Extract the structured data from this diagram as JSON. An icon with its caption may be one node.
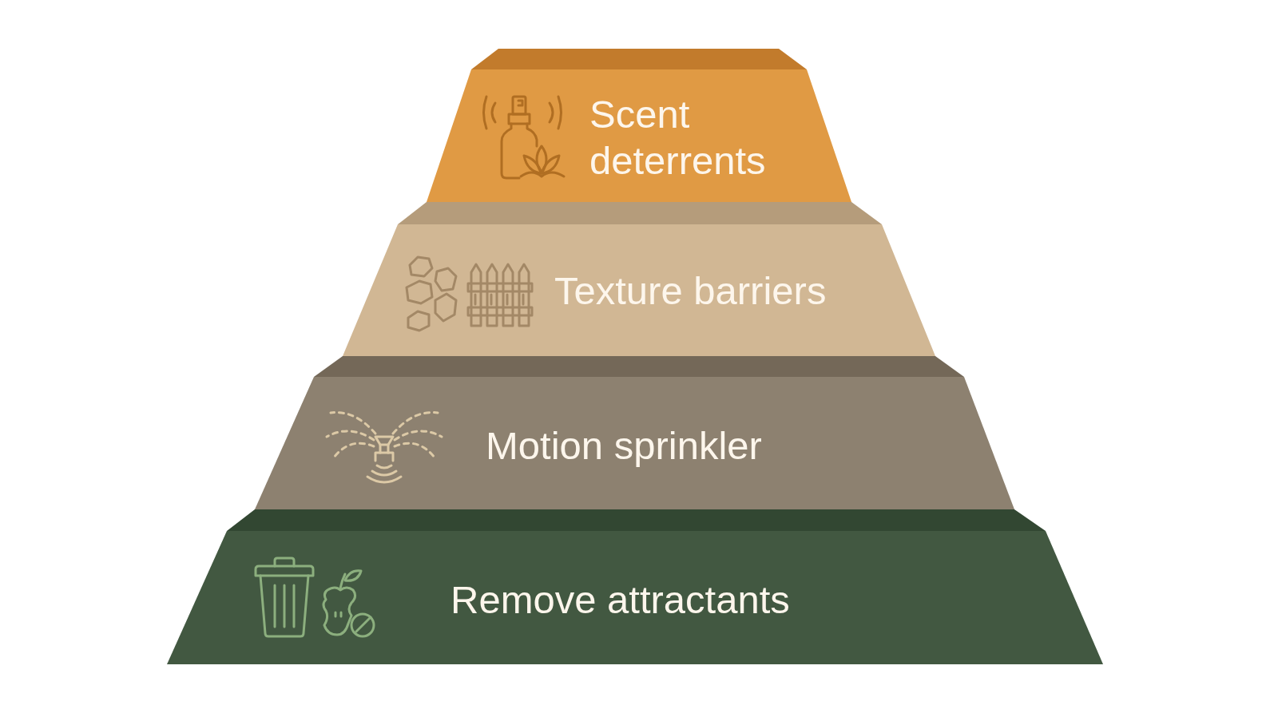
{
  "diagram": {
    "nodes": [
      {
        "text": [
          "Scent deterrents"
        ]
      },
      {
        "text": [
          "Texture barriers"
        ]
      },
      {
        "text": [
          "Motion sprinkler"
        ]
      },
      {
        "text": [
          "Remove attractants"
        ]
      }
    ]
  }
}
